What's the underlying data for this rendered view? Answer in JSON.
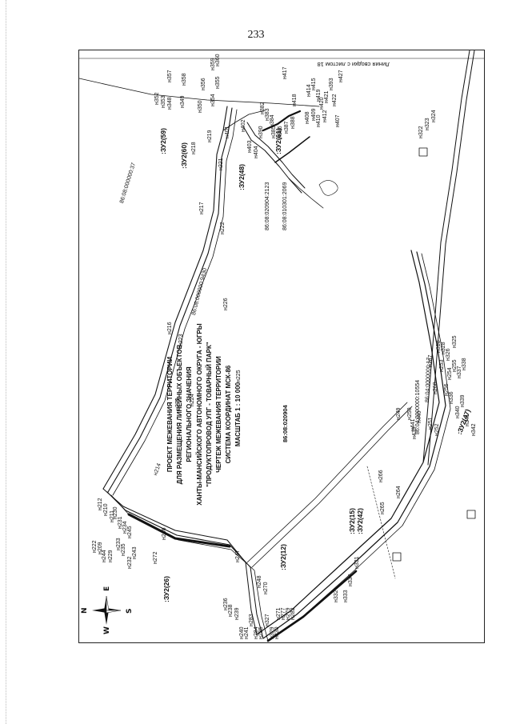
{
  "page_number": "233",
  "sheet_reference": "Линия сводки с листом 18",
  "title_lines": [
    "ПРОЕКТ МЕЖЕВАНИЯ ТЕРРИТОРИИ",
    "ДЛЯ РАЗМЕЩЕНИЯ ЛИНЕЙНЫХ ОБЪЕКТОВ",
    "РЕГИОНАЛЬНОГО ЗНАЧЕНИЯ",
    "ХАНТЫ-МАНСИЙСКОГО АВТОНОМНОГО ОКРУГА - ЮГРЫ",
    "\"ПРОДУКТОПРОВОД УПГ - ТОВАРНЫЙ ПАРК\"",
    "ЧЕРТЕЖ МЕЖЕВАНИЯ ТЕРРИТОРИИ",
    "СИСТЕМА КООРДИНАТ МСК-86",
    "МАСШТАБ 1 : 10 000"
  ],
  "compass": {
    "n": "N",
    "s": "S",
    "e": "E",
    "w": "W"
  },
  "cadastral_numbers": [
    "86:08:020904",
    "86:08:000000:37",
    "86:08:020904:2123",
    "86:08:010301:2069",
    "86:08:000000:9430",
    "86:04:0000000:17",
    "86:04:0000000:10554"
  ],
  "parcels": [
    ":ЗУ2(59)",
    ":ЗУ2(60)",
    ":ЗУ2(48)",
    ":ЗУ2(61)",
    ":ЗУ2(12)",
    ":ЗУ2(26)",
    ":ЗУ2(15)",
    ":ЗУ2(42)",
    ":ЗУ2(47)"
  ],
  "points": [
    "н212",
    "н210",
    "н211",
    "н222",
    "н209",
    "н214",
    "н244",
    "н229",
    "н230",
    "н231",
    "н234",
    "н233",
    "н235",
    "н245",
    "н246",
    "н225",
    "н226",
    "н232",
    "н243",
    "н272",
    "н247",
    "н248",
    "н236",
    "н238",
    "н239",
    "н240",
    "н241",
    "н283",
    "н284",
    "н285",
    "н327",
    "н329",
    "н330",
    "н270",
    "н334",
    "н331",
    "н265",
    "н264",
    "н266",
    "н249",
    "н250",
    "н439",
    "н440",
    "н441",
    "н251",
    "н252",
    "н253",
    "н254",
    "н255",
    "н256",
    "н336",
    "н337",
    "н338",
    "н339",
    "н340",
    "н341",
    "н342",
    "н220",
    "н224",
    "н223",
    "н216",
    "н217",
    "н221",
    "н222",
    "н218",
    "н219",
    "н401",
    "н402",
    "н403",
    "н404",
    "н348",
    "н349",
    "н350",
    "н352",
    "н353",
    "н354",
    "н355",
    "н356",
    "н357",
    "н358",
    "н359",
    "н360",
    "н382",
    "н383",
    "н384",
    "н385",
    "н386",
    "н387",
    "н388",
    "н390",
    "н393",
    "н407",
    "н408",
    "н409",
    "н410",
    "н412",
    "н414",
    "н415",
    "н417",
    "н418",
    "н419",
    "н420",
    "н421",
    "н422",
    "н427",
    "н324",
    "н323",
    "н322",
    "н318",
    "н267",
    "н268",
    "н328",
    "н326",
    "н325",
    "н271",
    "н277",
    "н279",
    "н282",
    "н333",
    "н332"
  ]
}
